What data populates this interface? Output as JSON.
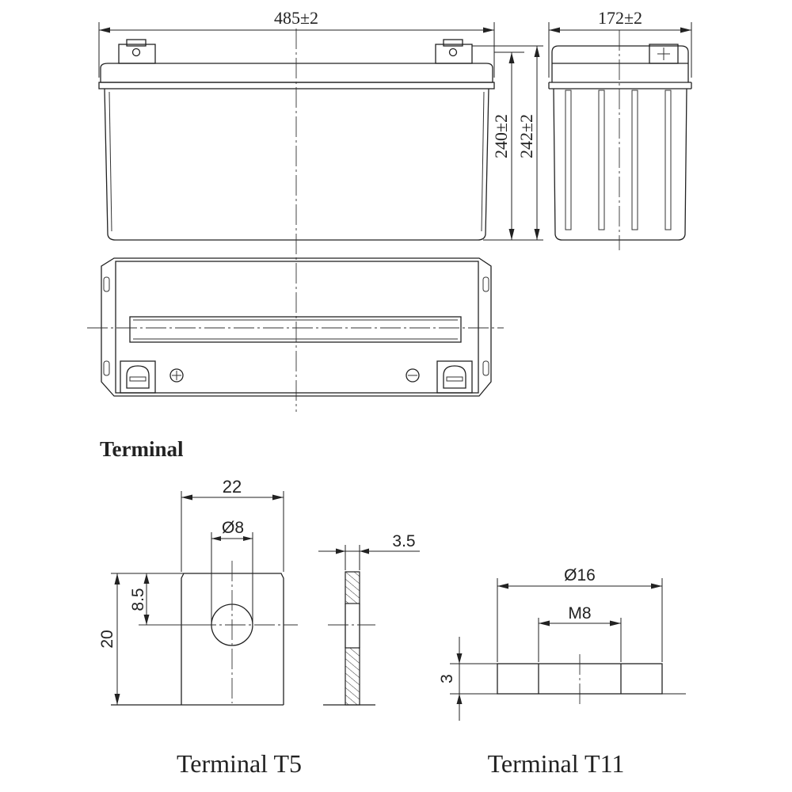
{
  "battery": {
    "length_dim": "485±2",
    "width_dim": "172±2",
    "height_dim": "240±2",
    "total_height_dim": "242±2"
  },
  "terminal_section": {
    "heading": "Terminal"
  },
  "terminal_t5": {
    "width_dim": "22",
    "hole_dim": "Ø8",
    "hole_offset_dim": "8.5",
    "height_dim": "20",
    "thickness_dim": "3.5",
    "caption": "Terminal T5"
  },
  "terminal_t11": {
    "diameter_dim": "Ø16",
    "thread_dim": "M8",
    "height_dim": "3",
    "caption": "Terminal T11"
  }
}
